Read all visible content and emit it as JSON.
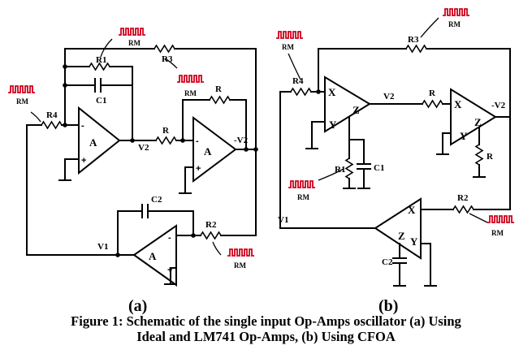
{
  "figure": {
    "panel_a_label": "(a)",
    "panel_b_label": "(b)",
    "caption_line1": "Figure 1: Schematic of the single input Op-Amps oscillator (a) Using",
    "caption_line2": "Ideal and LM741 Op-Amps, (b) Using CFOA"
  },
  "labels": {
    "rm": "RM",
    "r": "R",
    "r1": "R1",
    "r2": "R2",
    "r3": "R3",
    "r4": "R4",
    "c1": "C1",
    "c2": "C2",
    "v1": "V1",
    "v2": "V2",
    "neg_v2": "-V2",
    "opamp": "A",
    "minus": "-",
    "plus": "+",
    "cfoa_x": "X",
    "cfoa_y": "Y",
    "cfoa_z": "Z"
  },
  "colors": {
    "wire": "#000000",
    "rm_signal": "#d0021b",
    "background": "#ffffff"
  }
}
